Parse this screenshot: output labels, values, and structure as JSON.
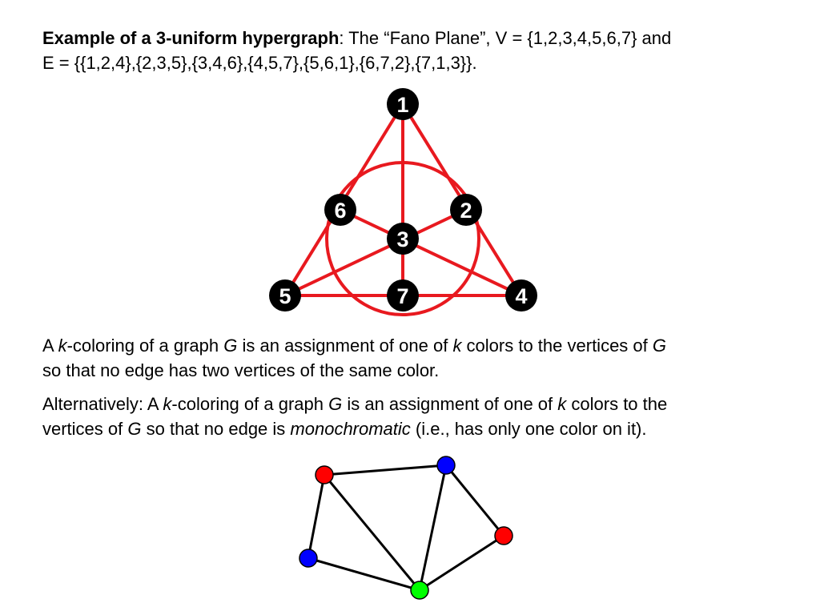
{
  "title": {
    "bold": "Example of a 3-uniform hypergraph",
    "rest1": ": The “Fano Plane”, V = {1,2,3,4,5,6,7} and",
    "rest2": "E = {{1,2,4},{2,3,5},{3,4,6},{4,5,7},{5,6,1},{6,7,2},{7,1,3}}."
  },
  "fano": {
    "edge_color": "#e8191f",
    "node_color": "#000000",
    "label_color": "#ffffff",
    "vertices": [
      "1",
      "2",
      "3",
      "4",
      "5",
      "6",
      "7"
    ]
  },
  "def1": {
    "t1": "A ",
    "k1": "k",
    "t2": "-coloring of a graph ",
    "g1": "G",
    "t3": " is an assignment of one of ",
    "k2": "k",
    "t4": " colors to the vertices of ",
    "g2": "G",
    "t5": "so that no edge has two vertices of the same color."
  },
  "def2": {
    "t1": "Alternatively: A ",
    "k1": "k",
    "t2": "-coloring of a graph ",
    "g1": "G",
    "t3": " is an assignment of one of ",
    "k2": "k",
    "t4": " colors to the",
    "t5": "vertices of ",
    "g2": "G",
    "t6": " so that no edge is ",
    "mono": "monochromatic",
    "t7": " (i.e., has only one color on it)."
  },
  "example_graph": {
    "edge_color": "#000000",
    "node_colors": {
      "red": "#ff0000",
      "blue": "#0000ff",
      "green": "#00ff00"
    }
  }
}
